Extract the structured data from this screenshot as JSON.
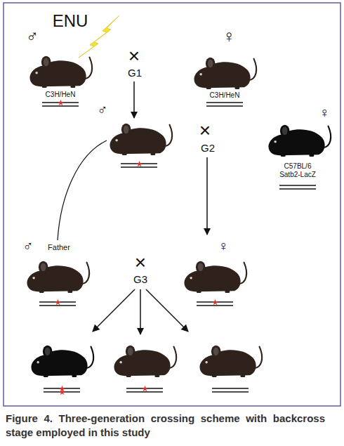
{
  "diagram": {
    "caption": "Figure 4. Three-generation crossing scheme with backcross stage employed in this study",
    "labels": [
      "ENU",
      "♂",
      "×",
      "♀",
      "G1",
      "C3H/HeN",
      "C3H/HeN",
      "♂",
      "×",
      "♀",
      "G2",
      "C57BL/6 Satb2-LacZ",
      "♂",
      "Father",
      "×",
      "♀",
      "G3"
    ]
  }
}
